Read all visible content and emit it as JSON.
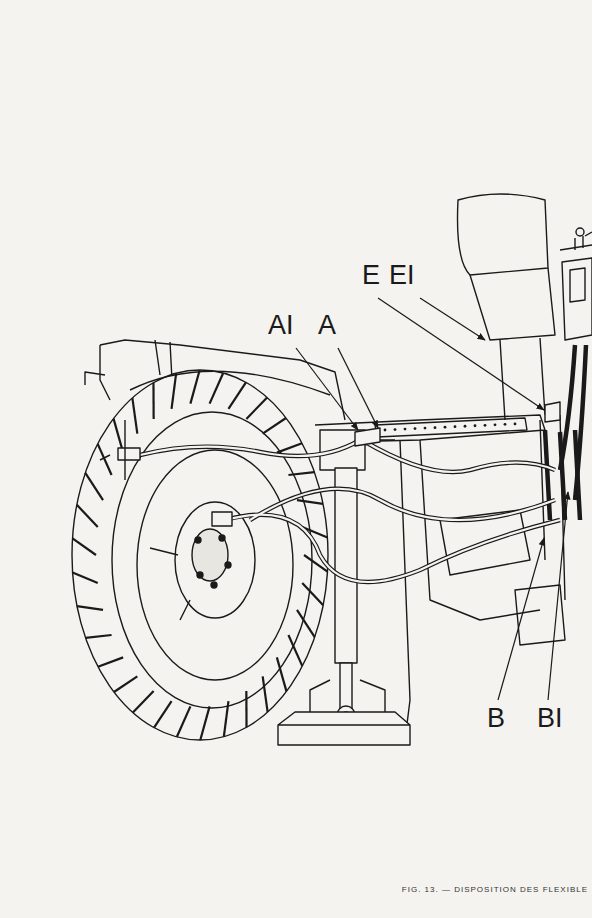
{
  "diagram": {
    "caption": "FIG. 13. — DISPOSITION DES FLEXIBLE",
    "labels": [
      "AI",
      "A",
      "E",
      "EI",
      "B",
      "BI"
    ]
  }
}
